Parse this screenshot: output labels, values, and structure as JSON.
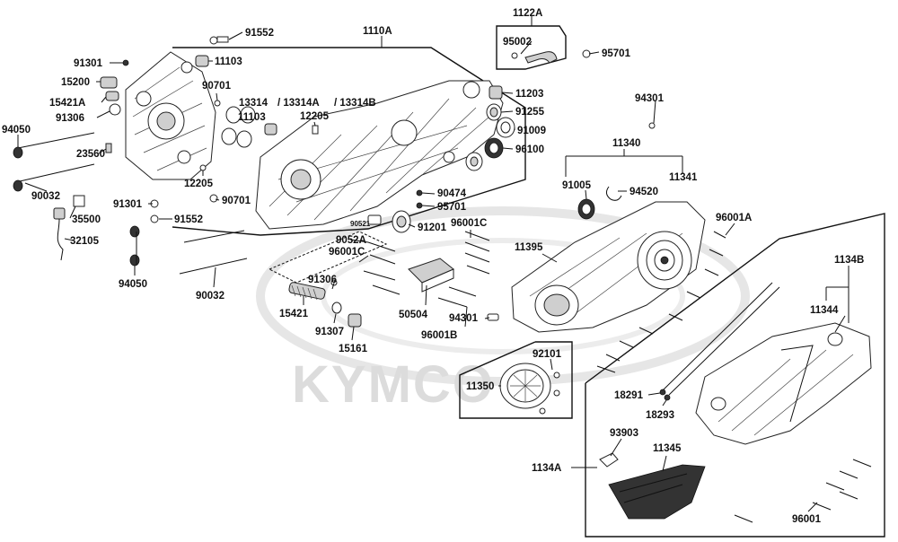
{
  "watermark": "KYMCO",
  "labels": {
    "l1122A": "1122A",
    "l95002": "95002",
    "l95701a": "95701",
    "l1110A": "1110A",
    "l91552a": "91552",
    "l91301a": "91301",
    "l11103a": "11103",
    "l15200": "15200",
    "l90701a": "90701",
    "l15421A": "15421A",
    "l13314": "13314",
    "l13314A": "/ 13314A",
    "l13314B": "/ 13314B",
    "l11203": "11203",
    "l91306a": "91306",
    "l11103b": "11103",
    "l12205a": "12205",
    "l91255": "91255",
    "l94050a": "94050",
    "l91009": "91009",
    "l96100": "96100",
    "l23560": "23560",
    "l94301a": "94301",
    "l11340": "11340",
    "l12205b": "12205",
    "l11341": "11341",
    "l90032a": "90032",
    "l91301b": "91301",
    "l90701b": "90701",
    "l90474": "90474",
    "l91005": "91005",
    "l94520": "94520",
    "l35500": "35500",
    "l95701b": "95701",
    "l91552b": "91552",
    "l90521": "90521",
    "l96001C_a": "96001C",
    "l96001A": "96001A",
    "l91201": "91201",
    "l32105": "32105",
    "l9052A": "9052A",
    "l11395": "11395",
    "l96001C_b": "96001C",
    "l1134B": "1134B",
    "l94050b": "94050",
    "l90032b": "90032",
    "l91306b": "91306",
    "l11344": "11344",
    "l15421": "15421",
    "l50504": "50504",
    "l94301b": "94301",
    "l91307": "91307",
    "l96001B": "96001B",
    "l15161": "15161",
    "l92101": "92101",
    "l11350": "11350",
    "l18291": "18291",
    "l18293": "18293",
    "l93903": "93903",
    "l11345": "11345",
    "l1134A": "1134A",
    "l96001": "96001"
  }
}
